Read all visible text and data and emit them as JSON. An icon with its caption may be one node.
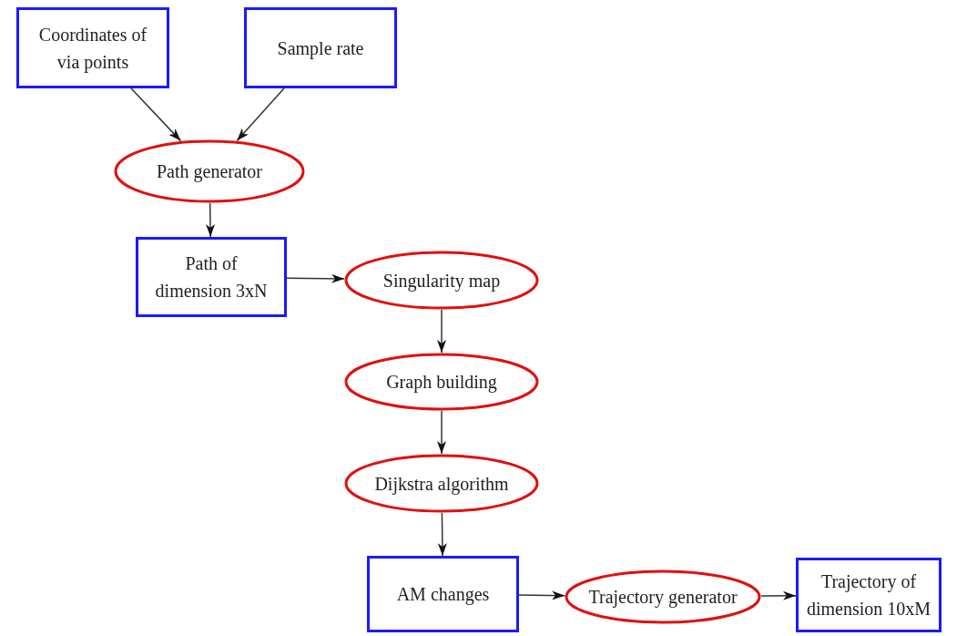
{
  "diagram": {
    "nodes": [
      {
        "text": [
          "Coordinates of via points"
        ]
      },
      {
        "text": [
          "Sample rate"
        ]
      },
      {
        "text": [
          "Path generator"
        ]
      },
      {
        "text": [
          "Path of dimension 3xN"
        ]
      },
      {
        "text": [
          "Singularity map"
        ]
      },
      {
        "text": [
          "Graph building"
        ]
      },
      {
        "text": [
          "Dijkstra algorithm"
        ]
      },
      {
        "text": [
          "AM changes"
        ]
      },
      {
        "text": [
          "Trajectory generator"
        ]
      },
      {
        "text": [
          "Trajectory of dimension 10xM"
        ]
      }
    ],
    "edges": [
      {
        "from": 0,
        "to": 2,
        "arrow": "to"
      },
      {
        "from": 1,
        "to": 2,
        "arrow": "to"
      },
      {
        "from": 2,
        "to": 3,
        "arrow": "to"
      },
      {
        "from": 3,
        "to": 4,
        "arrow": "to"
      },
      {
        "from": 4,
        "to": 5,
        "arrow": "to"
      },
      {
        "from": 5,
        "to": 6,
        "arrow": "to"
      },
      {
        "from": 6,
        "to": 7,
        "arrow": "to"
      },
      {
        "from": 7,
        "to": 8,
        "arrow": "to"
      },
      {
        "from": 8,
        "to": 9,
        "arrow": "to"
      }
    ]
  }
}
